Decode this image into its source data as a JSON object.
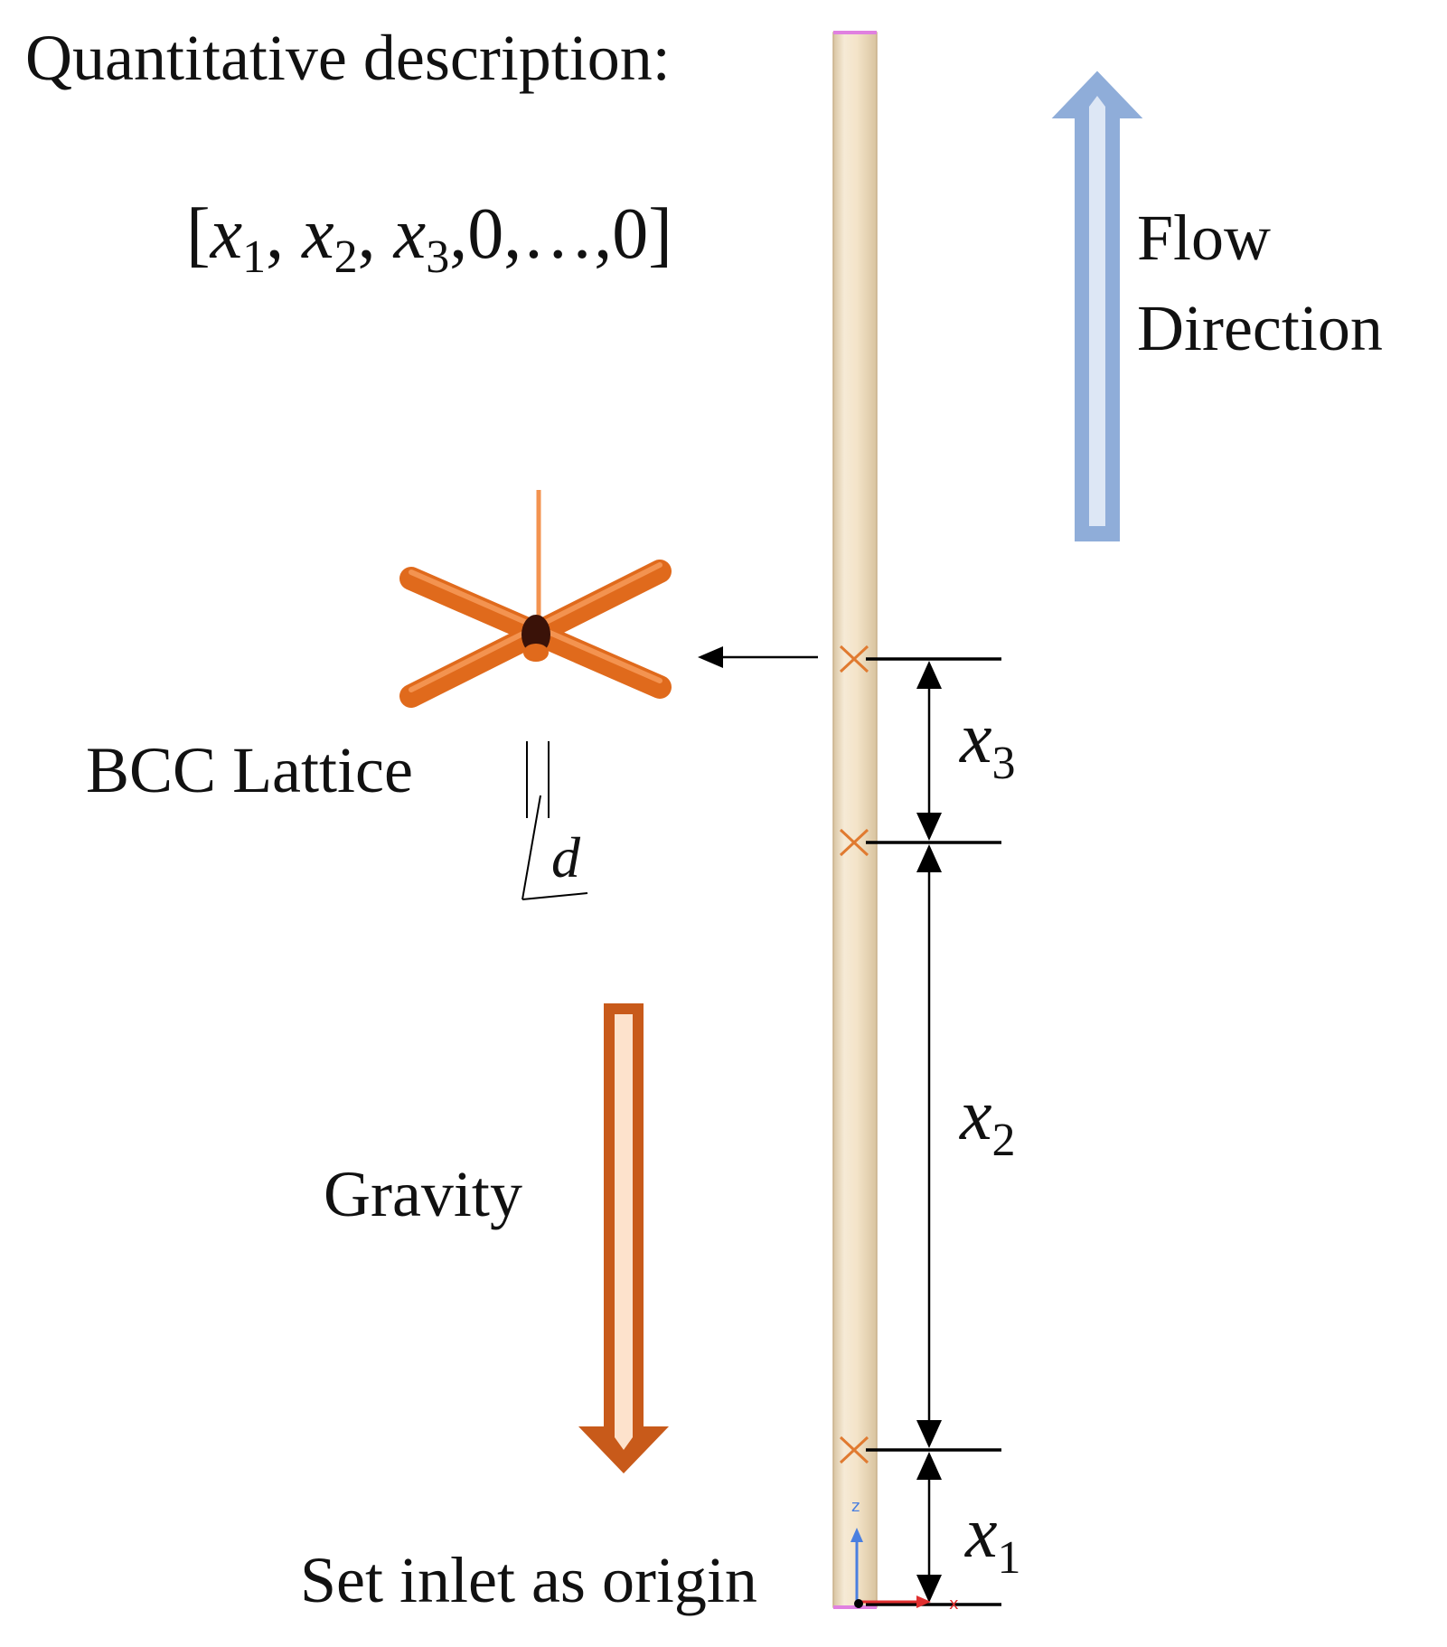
{
  "title": "Quantitative description:",
  "vector": {
    "open": "[",
    "x": "x",
    "sub1": "1",
    "sub2": "2",
    "sub3": "3",
    "sep": ", ",
    "tail": ",0,…,0",
    "close": "]"
  },
  "flow": {
    "line1": "Flow",
    "line2": "Direction",
    "color": "#8fadd9"
  },
  "lattice": {
    "label": "BCC Lattice",
    "diameter": "d",
    "color": "#e06a1c"
  },
  "gravity": {
    "label": "Gravity",
    "color": "#c85a1a"
  },
  "dimensions": {
    "x": "x",
    "x1_sub": "1",
    "x2_sub": "2",
    "x3_sub": "3"
  },
  "origin_label": "Set inlet as origin",
  "axis_labels": {
    "z": "z",
    "x": "x"
  },
  "icons": [
    "up-arrow-icon",
    "down-arrow-icon",
    "bcc-lattice-icon",
    "cross-marker-icon",
    "axis-triad-icon"
  ]
}
